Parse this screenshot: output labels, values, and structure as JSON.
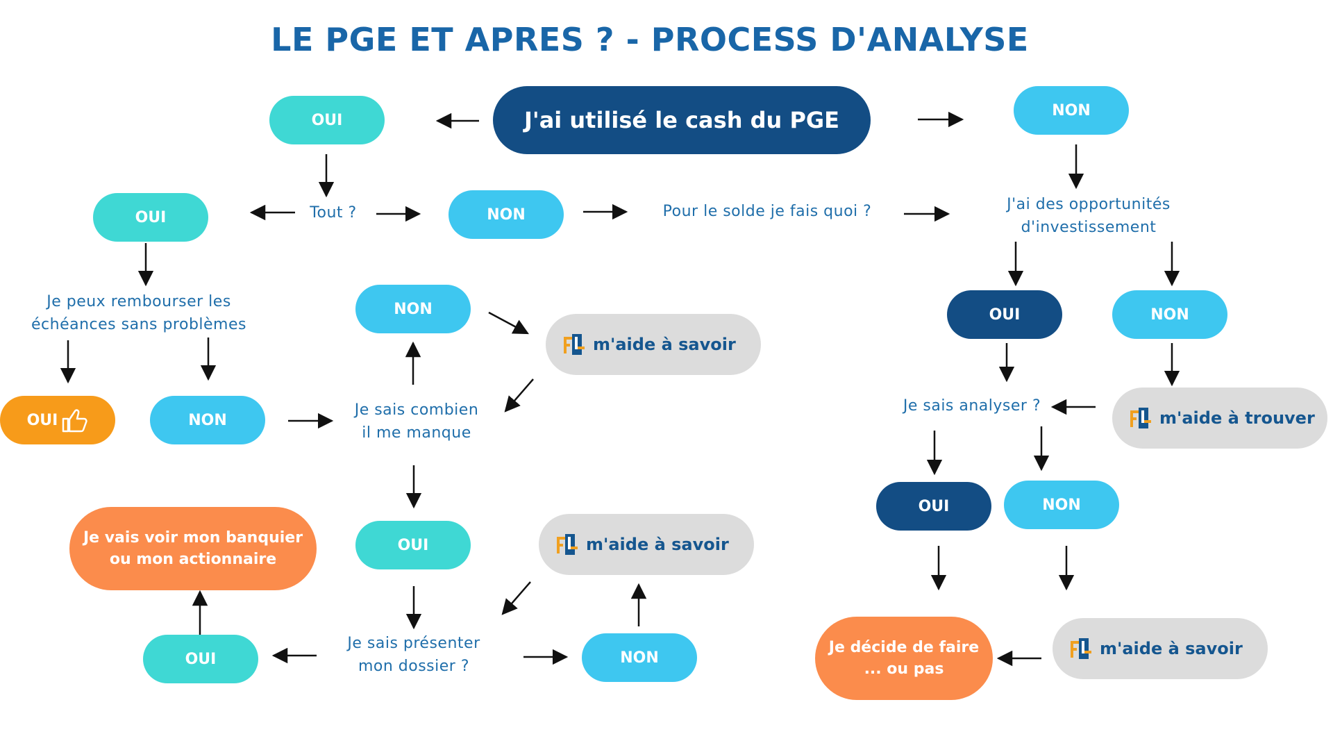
{
  "title": "LE PGE ET APRES ? - PROCESS D'ANALYSE",
  "colors": {
    "title_blue": "#1966a8",
    "teal": "#3fd8d4",
    "sky_blue": "#3ec7f0",
    "navy": "#134d84",
    "orange": "#f79b1a",
    "salmon": "#fb8c4c",
    "grey": "#dcdcdc",
    "question_text": "#1f6eaa"
  },
  "nodes": {
    "start": "J'ai utilisé le cash du PGE",
    "oui_1": "OUI",
    "non_1": "NON",
    "tout": "Tout ?",
    "oui_2": "OUI",
    "non_2": "NON",
    "pour_le_solde": "Pour le solde je fais quoi ?",
    "opportunites": {
      "line1": "J'ai des opportunités",
      "line2": "d'investissement"
    },
    "rembourser": {
      "line1": "Je peux rembourser les",
      "line2": "échéances sans problèmes"
    },
    "oui_thumb": "OUI",
    "non_3": "NON",
    "non_4": "NON",
    "aide_savoir_1": "m'aide à savoir",
    "combien": {
      "line1": "Je sais combien",
      "line2": "il me manque"
    },
    "oui_4": "OUI",
    "aide_savoir_2": "m'aide à savoir",
    "presenter": {
      "line1": "Je sais présenter",
      "line2": "mon dossier ?"
    },
    "oui_5": "OUI",
    "non_5": "NON",
    "banquier": {
      "line1": "Je vais voir mon banquier",
      "line2": "ou mon actionnaire"
    },
    "oui_6": "OUI",
    "non_6": "NON",
    "aide_trouver": "m'aide à trouver",
    "analyser": "Je sais analyser ?",
    "oui_7": "OUI",
    "non_7": "NON",
    "aide_savoir_3": "m'aide à savoir",
    "decide": {
      "line1": "Je décide de faire",
      "line2": "... ou pas"
    }
  },
  "icons": {
    "logo": "fi-logo-icon",
    "thumb": "thumbs-up-icon",
    "arrow": "arrow-icon"
  }
}
